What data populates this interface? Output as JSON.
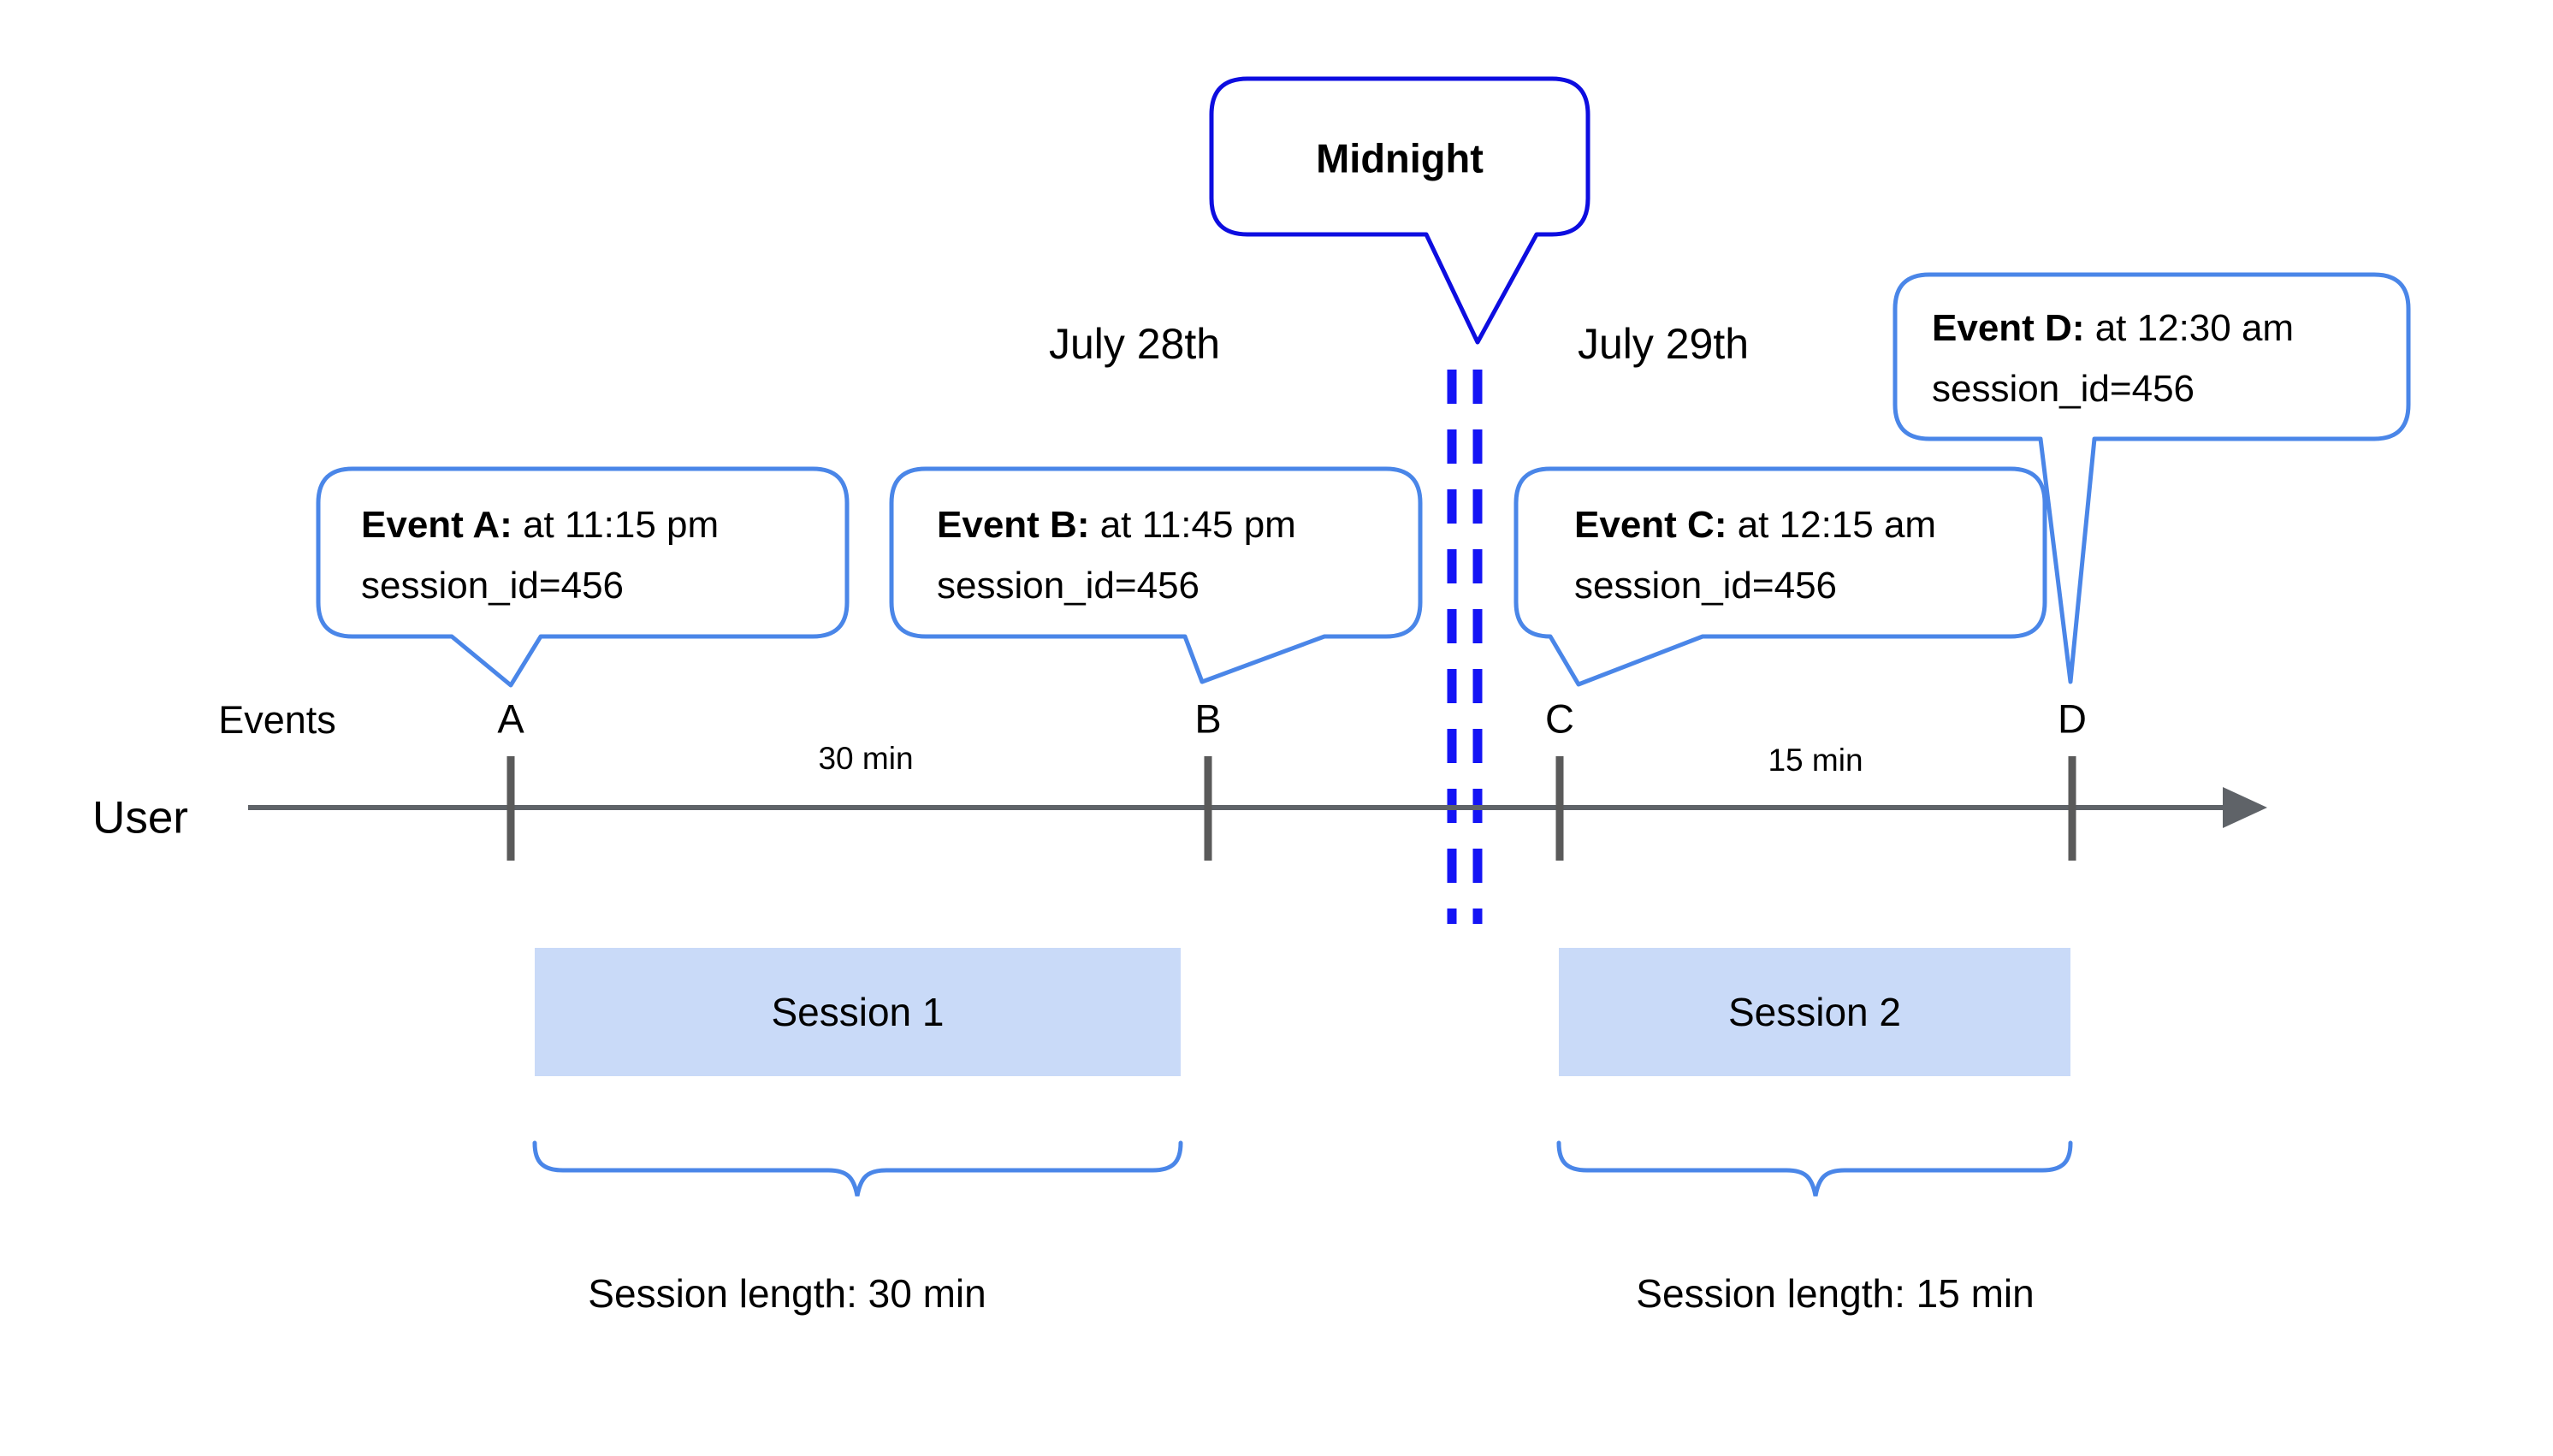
{
  "diagram": {
    "midnight_callout": {
      "text": "Midnight"
    },
    "day_labels": {
      "left": "July 28th",
      "right": "July 29th"
    },
    "axis": {
      "row_label": "Events",
      "user_label": "User"
    },
    "ticks": [
      {
        "letter": "A"
      },
      {
        "letter": "B"
      },
      {
        "letter": "C"
      },
      {
        "letter": "D"
      }
    ],
    "callouts": [
      {
        "title": "Event A:",
        "time": " at 11:15 pm",
        "detail": "session_id=456"
      },
      {
        "title": "Event B:",
        "time": " at 11:45 pm",
        "detail": "session_id=456"
      },
      {
        "title": "Event C:",
        "time": " at 12:15 am",
        "detail": "session_id=456"
      },
      {
        "title": "Event D:",
        "time": " at 12:30 am",
        "detail": "session_id=456"
      }
    ],
    "gaps": [
      {
        "label": "30 min"
      },
      {
        "label": "15 min"
      }
    ],
    "sessions": [
      {
        "name": "Session 1",
        "length": "Session length: 30 min"
      },
      {
        "name": "Session 2",
        "length": "Session length: 15 min"
      }
    ],
    "colors": {
      "callout_border": "#4a86e8",
      "midnight_border": "#0d0de0",
      "dashed_line": "#1414f5",
      "session_fill": "#c9daf8",
      "axis_gray": "#5f6368",
      "text": "#000000"
    }
  }
}
